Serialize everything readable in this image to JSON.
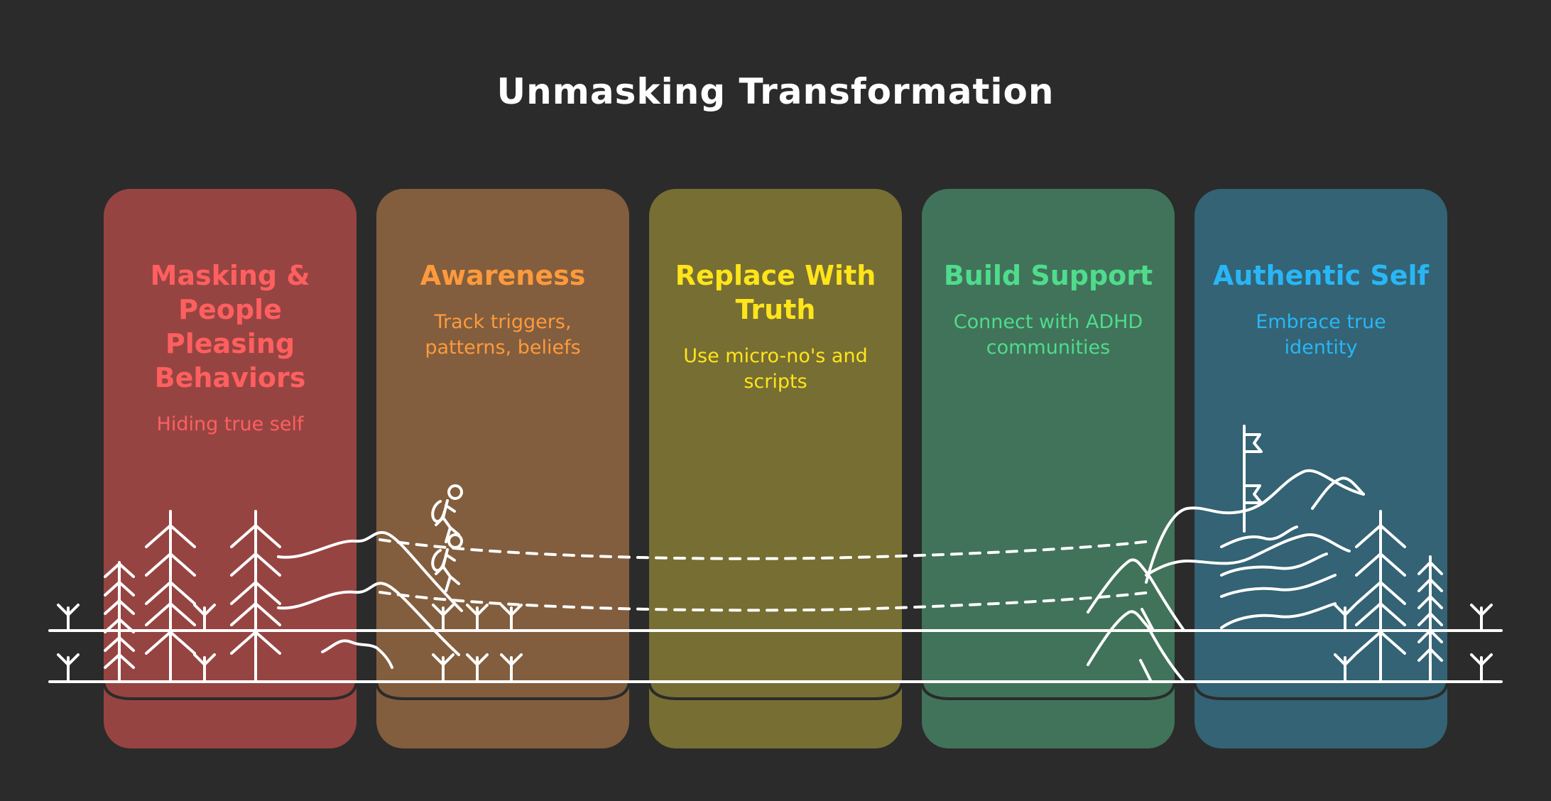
{
  "title": "Unmasking Transformation",
  "stages": [
    {
      "title": "Masking & People Pleasing Behaviors",
      "subtitle": "Hiding true self",
      "bg": "#964442",
      "fg": "#ff5f5f"
    },
    {
      "title": "Awareness",
      "subtitle": "Track triggers, patterns, beliefs",
      "bg": "#825e3e",
      "fg": "#ff9a3c"
    },
    {
      "title": "Replace With Truth",
      "subtitle": "Use micro-no's and scripts",
      "bg": "#776e33",
      "fg": "#ffe51a"
    },
    {
      "title": "Build Support",
      "subtitle": "Connect with ADHD communities",
      "bg": "#41735a",
      "fg": "#4fdc8c"
    },
    {
      "title": "Authentic Self",
      "subtitle": "Embrace true identity",
      "bg": "#336374",
      "fg": "#29b6f6"
    }
  ],
  "illustration": {
    "left_icon": "pine-forest-icon",
    "center_icon": "hiker-icon",
    "right_icon": "mountain-summit-flag-icon",
    "line_color": "#ffffff"
  }
}
